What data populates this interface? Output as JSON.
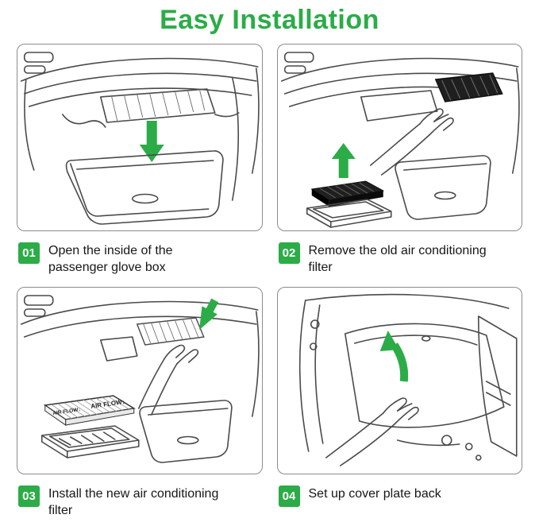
{
  "title": "Easy Installation",
  "colors": {
    "accent_green": "#2bac47",
    "line_gray": "#4a4a4a",
    "panel_border": "#8c8c8c",
    "text": "#161616",
    "old_filter_black": "#1f1f1f"
  },
  "steps": [
    {
      "number": "01",
      "label": "Open the inside of the passenger glove box",
      "illustration": "open-glove-box"
    },
    {
      "number": "02",
      "label": "Remove the old air conditioning filter",
      "illustration": "remove-old-filter"
    },
    {
      "number": "03",
      "label": "Install the new air conditioning filter",
      "illustration": "install-new-filter"
    },
    {
      "number": "04",
      "label": "Set up cover plate back",
      "illustration": "set-cover-plate-back"
    }
  ],
  "labels": {
    "air_flow": "AIR FLOW↓"
  },
  "icons": {
    "green_arrow_down": "down-arrow",
    "green_arrow_up": "up-arrow",
    "green_arrow_curved": "curved-up-arrow"
  }
}
